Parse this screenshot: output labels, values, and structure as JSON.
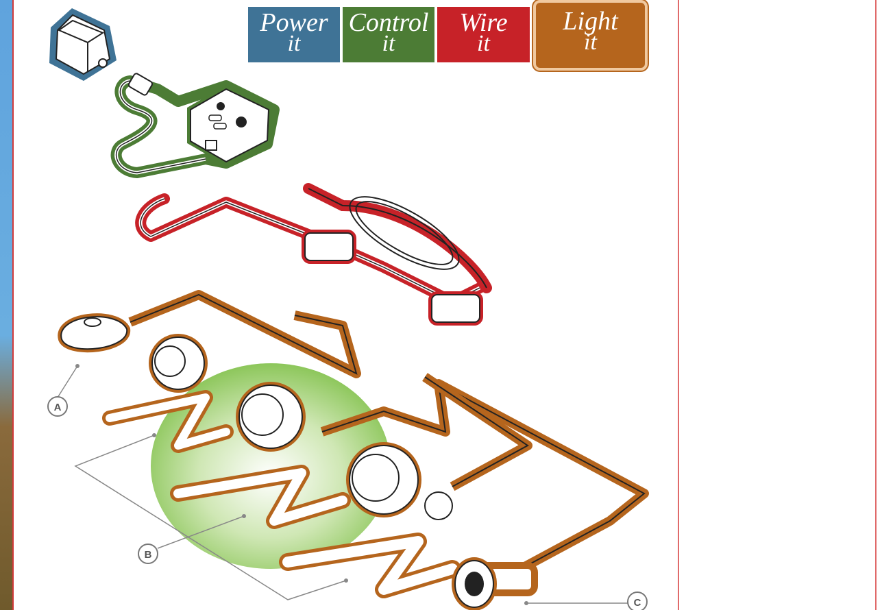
{
  "tabs": [
    {
      "word": "Power",
      "it": "it",
      "color": "#3f7396"
    },
    {
      "word": "Control",
      "it": "it",
      "color": "#4c7c35"
    },
    {
      "word": "Wire",
      "it": "it",
      "color": "#c72228"
    },
    {
      "word": "Light",
      "it": "it",
      "color": "#b5651d"
    }
  ],
  "callouts": {
    "a": "A",
    "b": "B",
    "c": "C"
  },
  "colors": {
    "power": "#3f7396",
    "control": "#4c7c35",
    "wire": "#c72228",
    "light": "#b5651d",
    "glow": "#8cc65a"
  }
}
